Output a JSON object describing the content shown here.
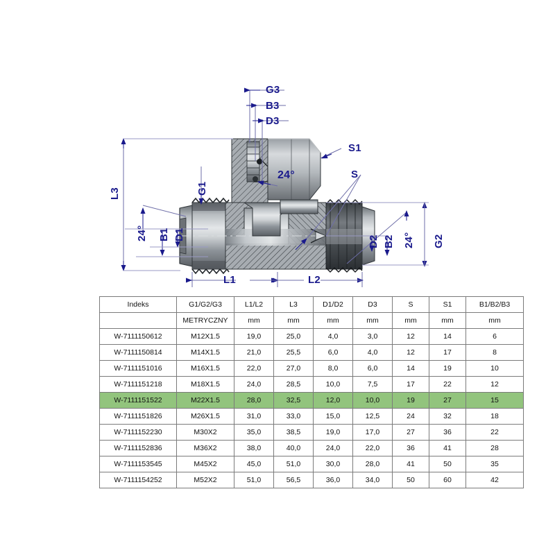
{
  "drawing": {
    "title": "hydraulic-tee-fitting-cross-section",
    "labels": [
      {
        "id": "G3",
        "text": "G3"
      },
      {
        "id": "B3",
        "text": "B3"
      },
      {
        "id": "D3",
        "text": "D3"
      },
      {
        "id": "S1",
        "text": "S1"
      },
      {
        "id": "S",
        "text": "S"
      },
      {
        "id": "G1",
        "text": "G1"
      },
      {
        "id": "L3",
        "text": "L3"
      },
      {
        "id": "L1",
        "text": "L1"
      },
      {
        "id": "L2",
        "text": "L2"
      },
      {
        "id": "D1",
        "text": "D1"
      },
      {
        "id": "B1",
        "text": "B1"
      },
      {
        "id": "D2",
        "text": "D2"
      },
      {
        "id": "B2",
        "text": "B2"
      },
      {
        "id": "G2",
        "text": "G2"
      },
      {
        "id": "angle_center",
        "text": "24°"
      },
      {
        "id": "angle_left",
        "text": "24°"
      },
      {
        "id": "angle_right",
        "text": "24°"
      }
    ],
    "label_color": "#1a1a8c",
    "body_color": "#8a8f94"
  },
  "table": {
    "header_row1": [
      "Indeks",
      "G1/G2/G3",
      "L1/L2",
      "L3",
      "D1/D2",
      "D3",
      "S",
      "S1",
      "B1/B2/B3"
    ],
    "header_row2": [
      "",
      "METRYCZNY",
      "mm",
      "mm",
      "mm",
      "mm",
      "mm",
      "mm",
      "mm"
    ],
    "highlight_index": 4,
    "highlight_color": "#92c47d",
    "rows": [
      [
        "W-7111150612",
        "M12X1.5",
        "19,0",
        "25,0",
        "4,0",
        "3,0",
        "12",
        "14",
        "6"
      ],
      [
        "W-7111150814",
        "M14X1.5",
        "21,0",
        "25,5",
        "6,0",
        "4,0",
        "12",
        "17",
        "8"
      ],
      [
        "W-7111151016",
        "M16X1.5",
        "22,0",
        "27,0",
        "8,0",
        "6,0",
        "14",
        "19",
        "10"
      ],
      [
        "W-7111151218",
        "M18X1.5",
        "24,0",
        "28,5",
        "10,0",
        "7,5",
        "17",
        "22",
        "12"
      ],
      [
        "W-7111151522",
        "M22X1.5",
        "28,0",
        "32,5",
        "12,0",
        "10,0",
        "19",
        "27",
        "15"
      ],
      [
        "W-7111151826",
        "M26X1.5",
        "31,0",
        "33,0",
        "15,0",
        "12,5",
        "24",
        "32",
        "18"
      ],
      [
        "W-7111152230",
        "M30X2",
        "35,0",
        "38,5",
        "19,0",
        "17,0",
        "27",
        "36",
        "22"
      ],
      [
        "W-7111152836",
        "M36X2",
        "38,0",
        "40,0",
        "24,0",
        "22,0",
        "36",
        "41",
        "28"
      ],
      [
        "W-7111153545",
        "M45X2",
        "45,0",
        "51,0",
        "30,0",
        "28,0",
        "41",
        "50",
        "35"
      ],
      [
        "W-7111154252",
        "M52X2",
        "51,0",
        "56,5",
        "36,0",
        "34,0",
        "50",
        "60",
        "42"
      ]
    ]
  }
}
